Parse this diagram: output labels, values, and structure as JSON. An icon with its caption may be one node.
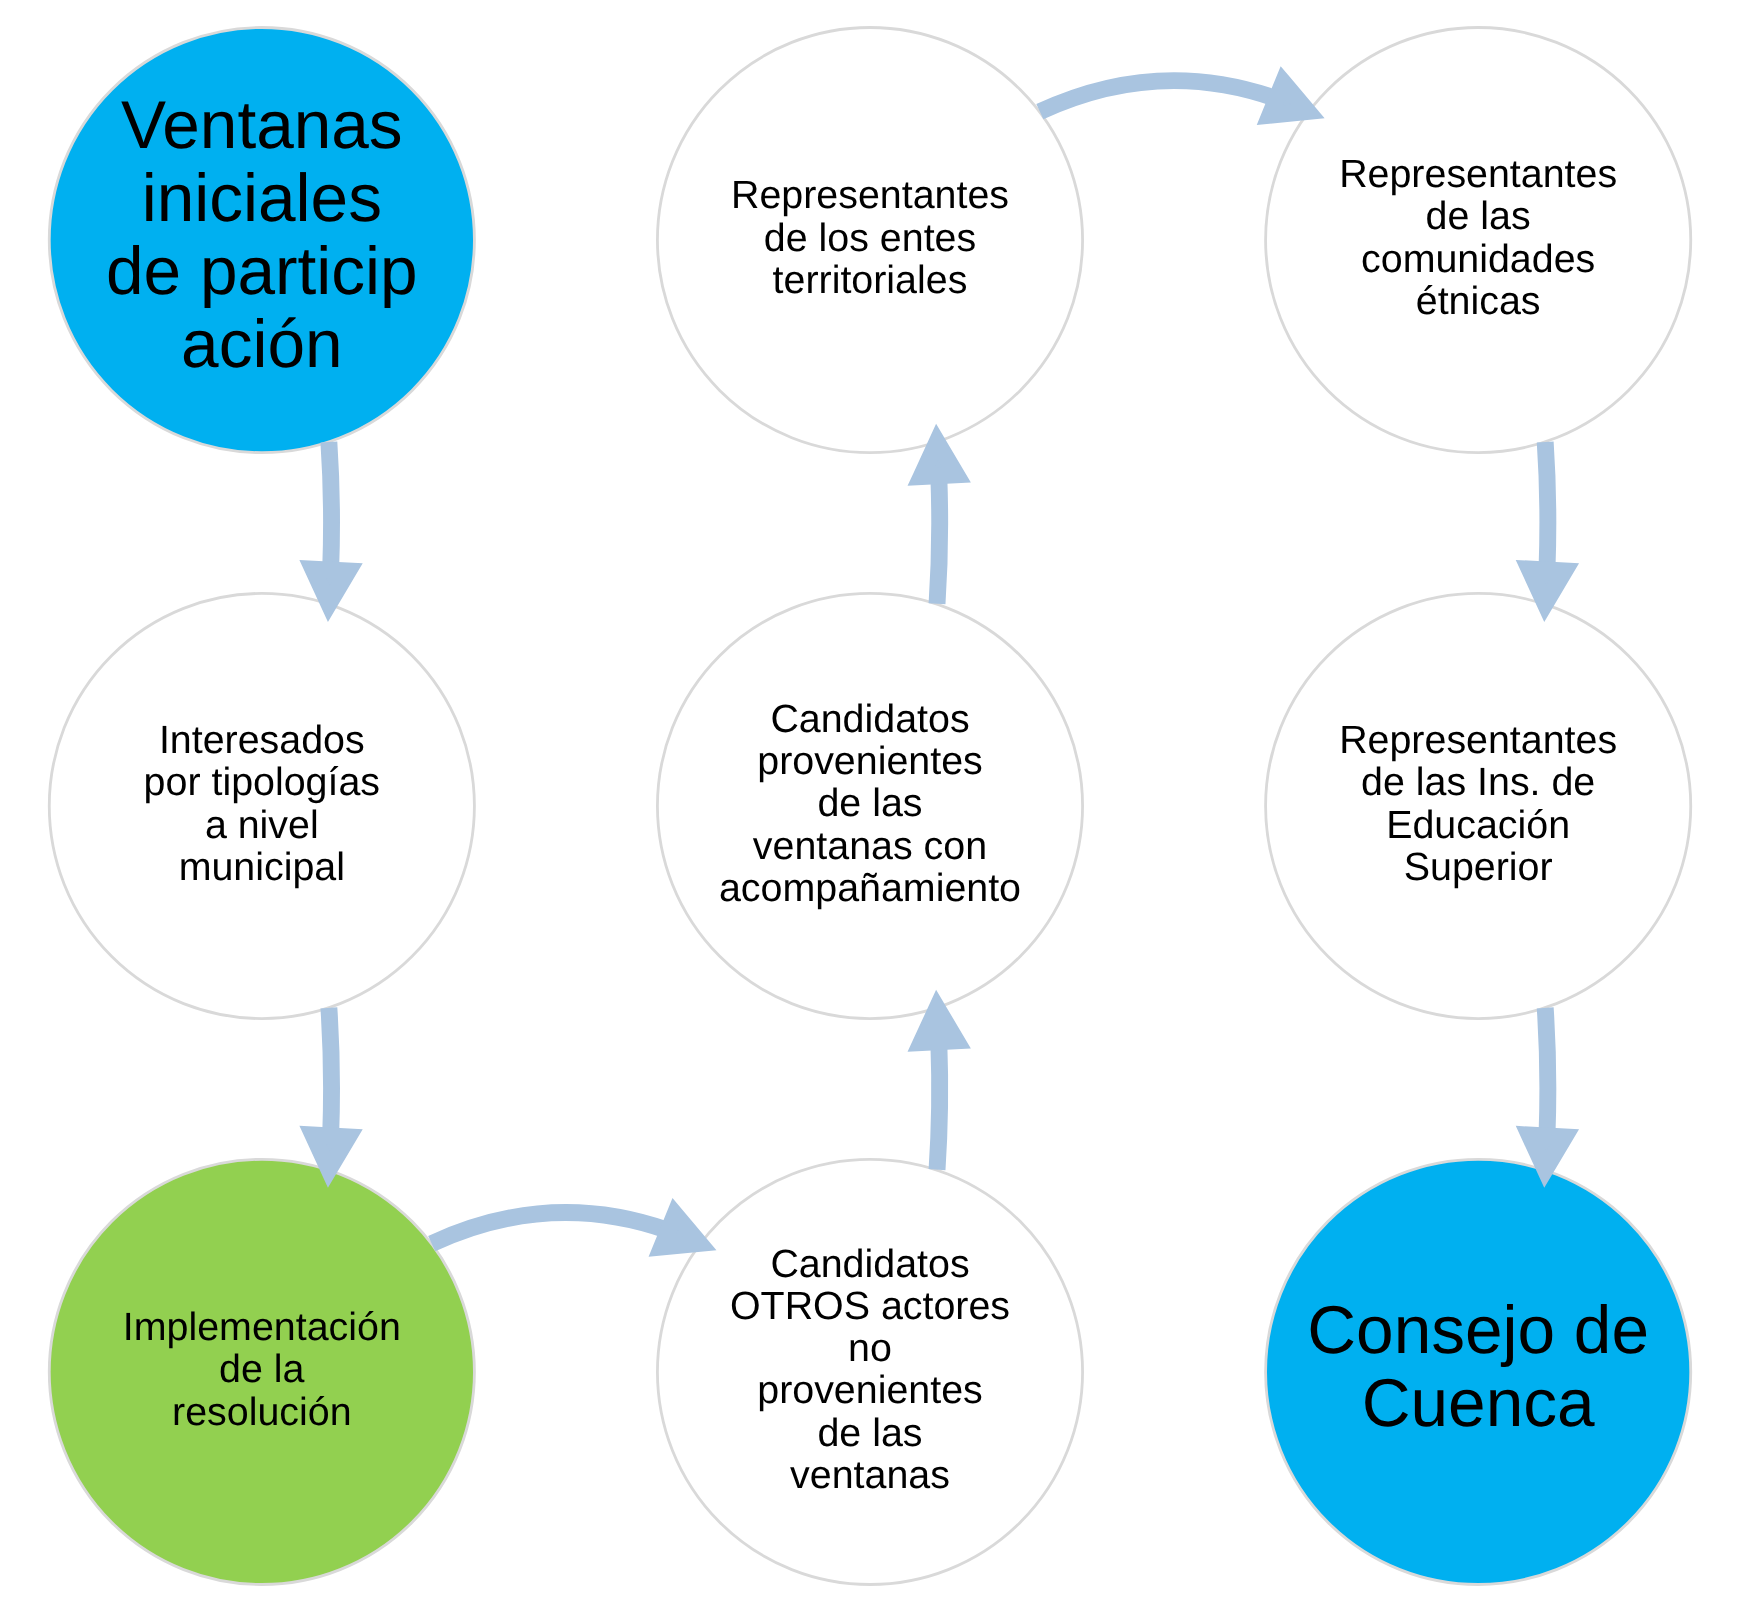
{
  "diagram": {
    "nodes": [
      {
        "text": [
          "Ventanas iniciales de participación"
        ]
      },
      {
        "text": [
          "Interesados por tipologías a nivel municipal"
        ]
      },
      {
        "text": [
          "Implementación de la resolución"
        ]
      },
      {
        "text": [
          "Candidatos OTROS actores no provenientes de las ventanas"
        ]
      },
      {
        "text": [
          "Candidatos provenientes de las ventanas con acompañamiento"
        ]
      },
      {
        "text": [
          "Representantes de los entes territoriales"
        ]
      },
      {
        "text": [
          "Representantes de las comunidades étnicas"
        ]
      },
      {
        "text": [
          "Representantes de las Ins. de Educación Superior"
        ]
      },
      {
        "text": [
          "Consejo de Cuenca"
        ]
      }
    ],
    "edges": [
      {
        "from": 0,
        "to": 1,
        "arrow": "to"
      },
      {
        "from": 1,
        "to": 2,
        "arrow": "to"
      },
      {
        "from": 2,
        "to": 3,
        "arrow": "to"
      },
      {
        "from": 3,
        "to": 4,
        "arrow": "to"
      },
      {
        "from": 4,
        "to": 5,
        "arrow": "to"
      },
      {
        "from": 5,
        "to": 6,
        "arrow": "to"
      },
      {
        "from": 6,
        "to": 7,
        "arrow": "to"
      },
      {
        "from": 7,
        "to": 8,
        "arrow": "to"
      }
    ]
  }
}
